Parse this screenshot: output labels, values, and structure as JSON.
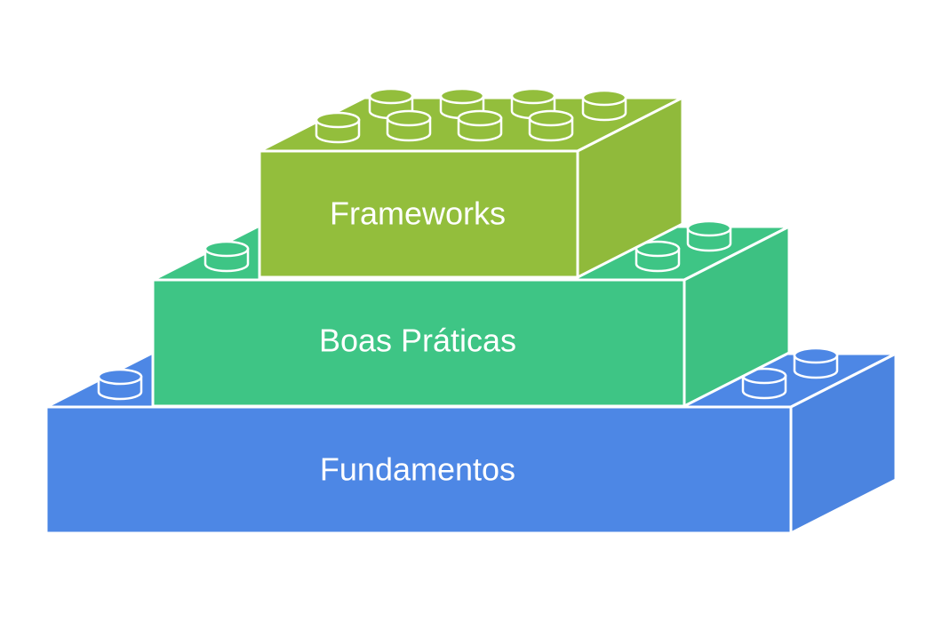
{
  "layers": [
    {
      "id": "framework",
      "label": "Frameworks",
      "color": "#93BE3C"
    },
    {
      "id": "practices",
      "label": "Boas Práticas",
      "color": "#3EC585"
    },
    {
      "id": "fundamentals",
      "label": "Fundamentos",
      "color": "#4D87E5"
    }
  ]
}
